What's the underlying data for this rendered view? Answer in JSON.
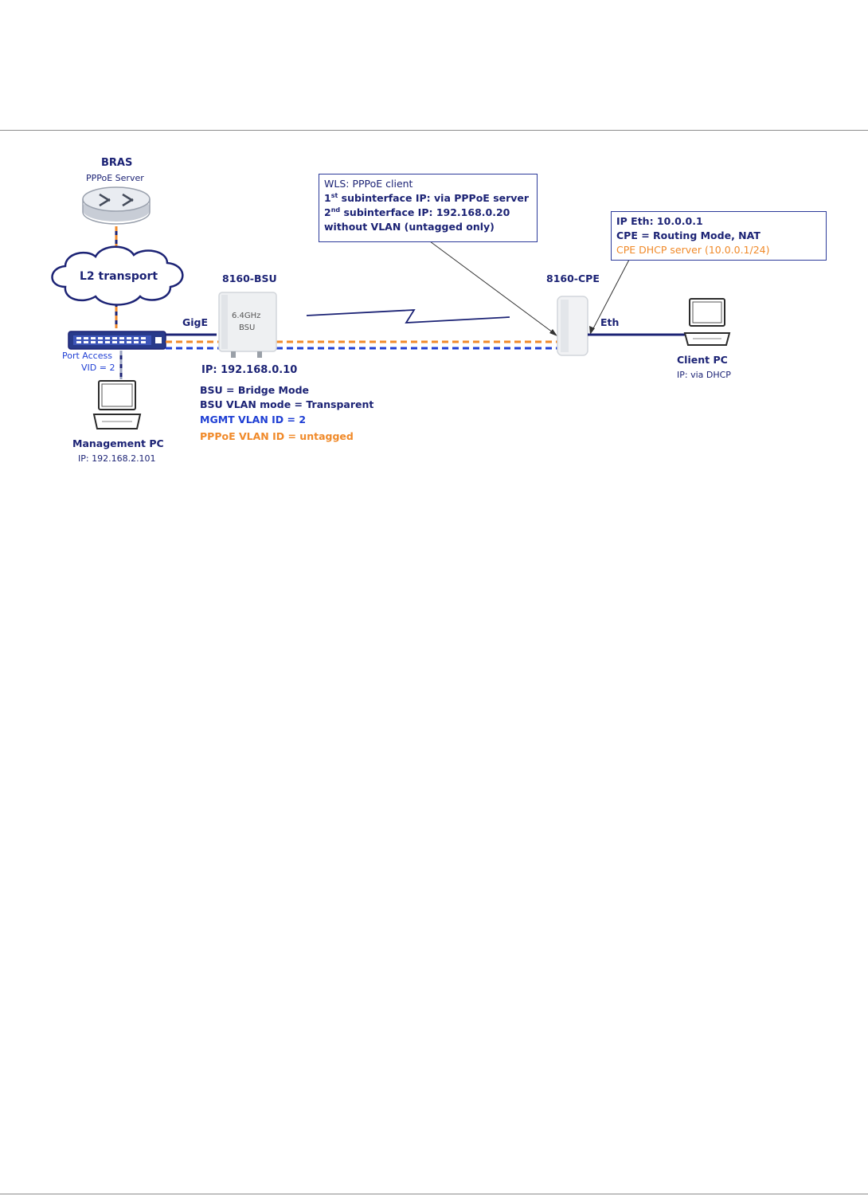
{
  "colors": {
    "navy": "#1c2375",
    "blue": "#1f3fd4",
    "orange": "#f08a2a",
    "cloud_text": "#1c2375"
  },
  "bras": {
    "title": "BRAS",
    "subtitle": "PPPoE Server"
  },
  "cloud": {
    "label": "L2 transport"
  },
  "switch": {
    "label1": "Port Access",
    "label2": "VID = 2"
  },
  "mgmt_pc": {
    "title": "Management PC",
    "ip": "IP: 192.168.2.101"
  },
  "link": {
    "gige": "GigE",
    "eth": "Eth"
  },
  "bsu": {
    "title": "8160-BSU",
    "face1": "6.4GHz",
    "face2": "BSU",
    "ip": "IP: 192.168.0.10",
    "mode": "BSU = Bridge Mode",
    "vlan_mode": "BSU VLAN mode = Transparent",
    "mgmt_vlan": "MGMT VLAN ID = 2",
    "pppoe_vlan": "PPPoE VLAN ID = untagged"
  },
  "wls_box": {
    "line1": "WLS: PPPoE client",
    "line2_num": "1",
    "line2_sup": "st",
    "line2_text": " subinterface IP: via PPPoE server",
    "line3_num": "2",
    "line3_sup": "nd",
    "line3_text": " subinterface IP: 192.168.0.20",
    "line4": "without VLAN (untagged only)"
  },
  "cpe": {
    "title": "8160-CPE"
  },
  "cpe_box": {
    "line1": "IP Eth: 10.0.0.1",
    "line2": "CPE = Routing Mode, NAT",
    "line3": "CPE DHCP server (10.0.0.1/24)"
  },
  "client_pc": {
    "title": "Client PC",
    "ip": "IP: via DHCP"
  },
  "icons": [
    "router-icon",
    "cloud-icon",
    "switch-icon",
    "laptop-icon",
    "bsu-radio-icon",
    "cpe-radio-icon",
    "wireless-link-icon"
  ]
}
